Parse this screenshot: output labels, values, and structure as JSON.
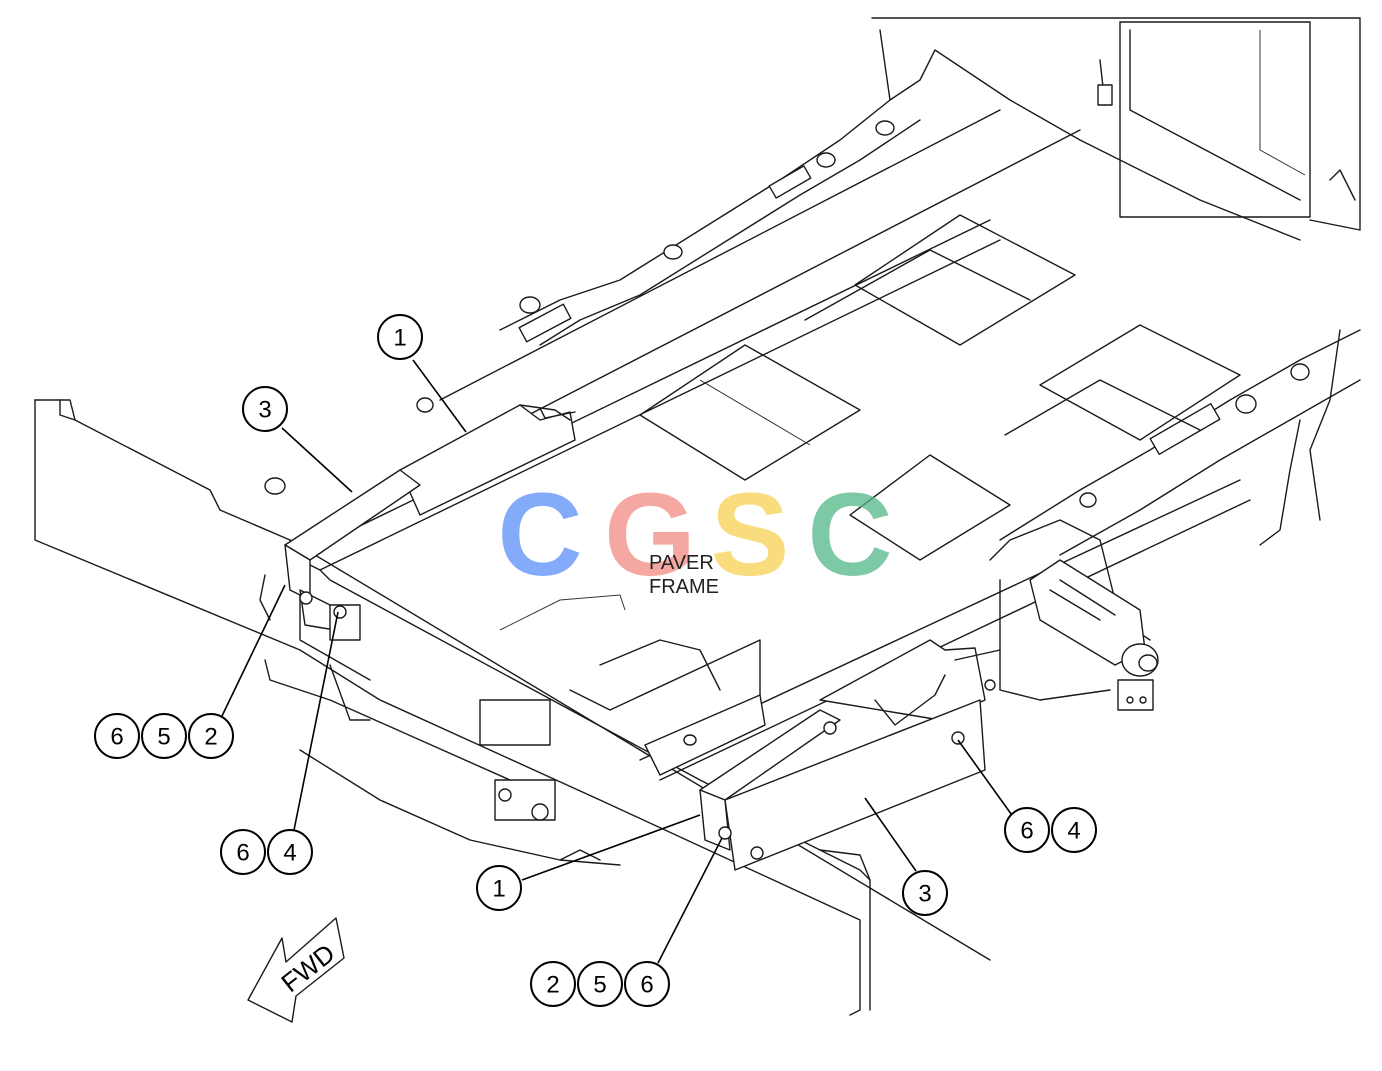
{
  "caption": {
    "line1": "PAVER",
    "line2": "FRAME"
  },
  "watermark": {
    "text": "CGSC",
    "letters": [
      {
        "char": "C",
        "color": "#5b8ff9"
      },
      {
        "char": "G",
        "color": "#f28c82"
      },
      {
        "char": "S",
        "color": "#f7d154"
      },
      {
        "char": "C",
        "color": "#52b788"
      }
    ]
  },
  "direction_arrow": {
    "label": "FWD"
  },
  "callouts": [
    {
      "id": "callout-1-upper",
      "labels": [
        "1"
      ]
    },
    {
      "id": "callout-3-upper",
      "labels": [
        "3"
      ]
    },
    {
      "id": "callout-652-left",
      "labels": [
        "6",
        "5",
        "2"
      ]
    },
    {
      "id": "callout-64-left",
      "labels": [
        "6",
        "4"
      ]
    },
    {
      "id": "callout-1-lower",
      "labels": [
        "1"
      ]
    },
    {
      "id": "callout-256-lower",
      "labels": [
        "2",
        "5",
        "6"
      ]
    },
    {
      "id": "callout-3-lower",
      "labels": [
        "3"
      ]
    },
    {
      "id": "callout-64-right",
      "labels": [
        "6",
        "4"
      ]
    }
  ]
}
